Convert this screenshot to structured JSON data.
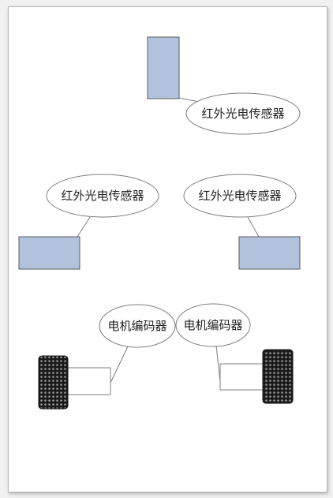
{
  "colors": {
    "page_background": "#ffffff",
    "sensor_fill": "#b3c2dc",
    "sensor_stroke": "#5a5a5a",
    "outline": "#7f7f7f",
    "wheel": "#1a1a1a"
  },
  "labels": {
    "ir_sensor_top": "红外光电传感器",
    "ir_sensor_left": "红外光电传感器",
    "ir_sensor_right": "红外光电传感器",
    "encoder_left": "电机编码器",
    "encoder_right": "电机编码器"
  }
}
